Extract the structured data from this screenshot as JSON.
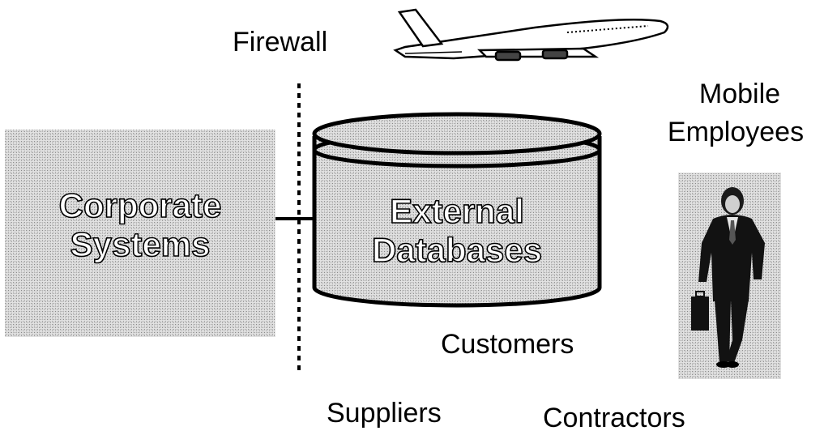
{
  "diagram": {
    "firewall_label": "Firewall",
    "corporate_systems": {
      "line1": "Corporate",
      "line2": "Systems"
    },
    "external_databases": {
      "line1": "External",
      "line2": "Databases"
    },
    "mobile_employees": {
      "line1": "Mobile",
      "line2": "Employees"
    },
    "customers_label": "Customers",
    "suppliers_label": "Suppliers",
    "contractors_label": "Contractors"
  },
  "colors": {
    "background": "#ffffff",
    "stipple_fill": "#d6d6d6",
    "line": "#000000"
  },
  "icons": {
    "airplane": "airplane-icon",
    "businessman": "businessman-icon"
  }
}
